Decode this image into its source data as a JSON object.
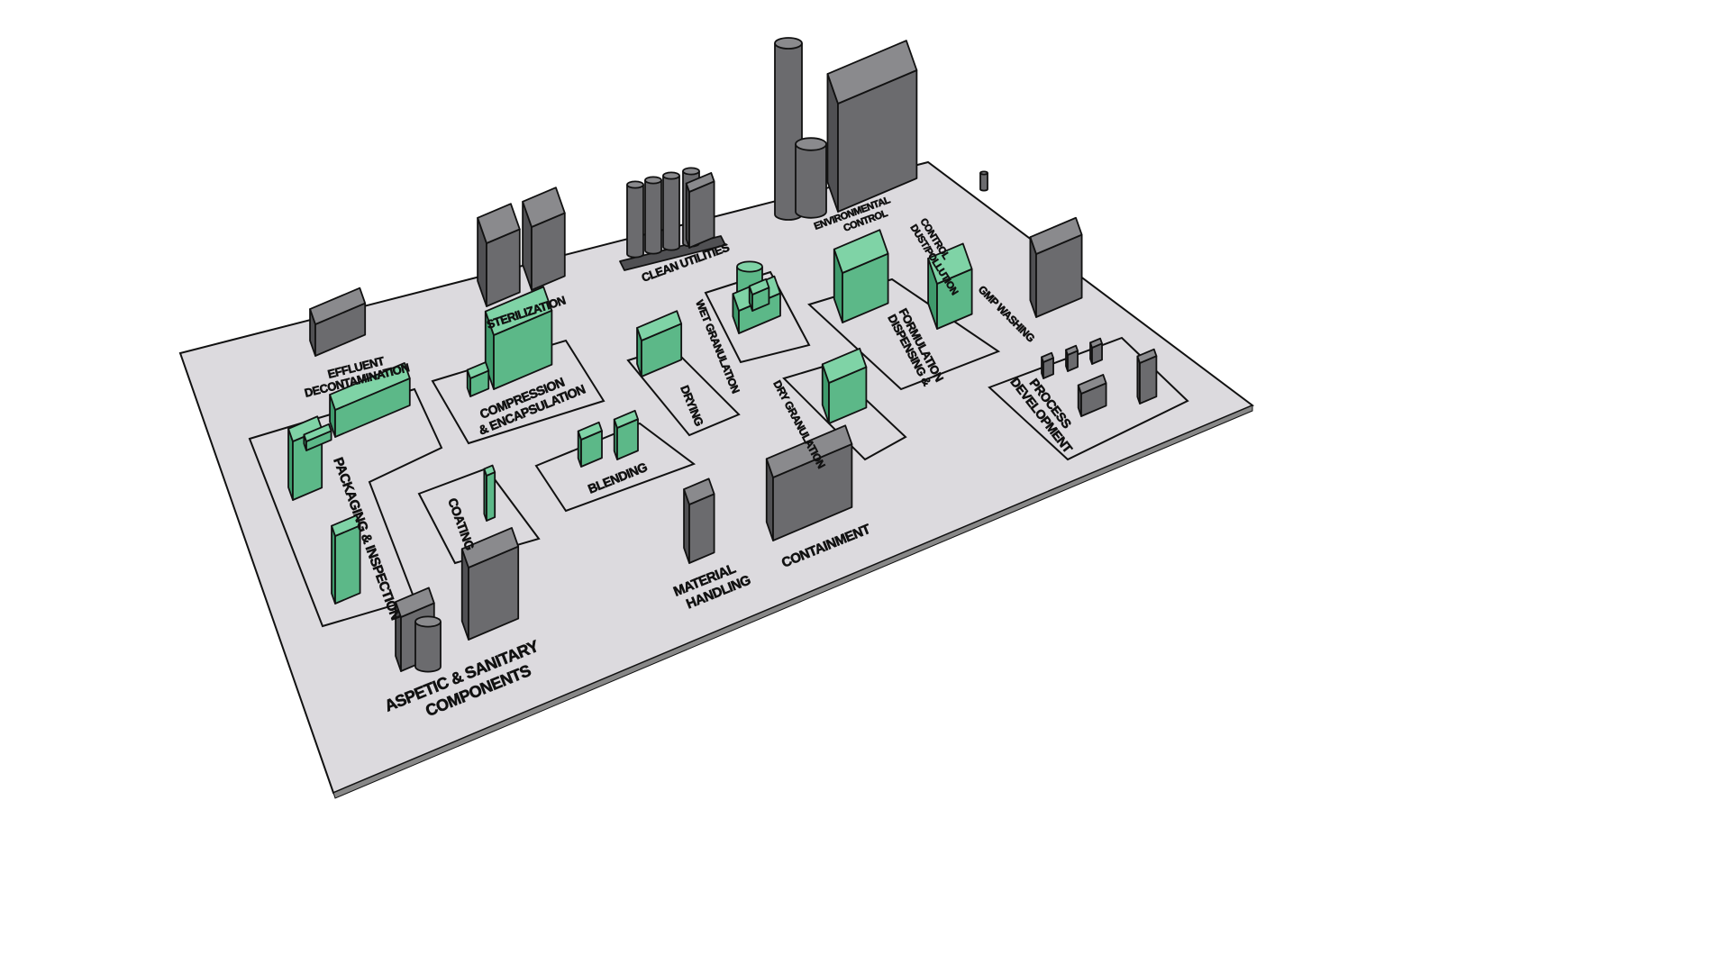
{
  "title": "Pharmaceutical Facility Layout",
  "colors": {
    "floor": "#dcdade",
    "process": "#5cb888",
    "utility": "#6b6b6e",
    "outline": "#111111"
  },
  "zones": {
    "effluent": [
      "EFFLUENT",
      "DECONTAMINATION"
    ],
    "sterilization": "STERILIZATION",
    "clean_utilities": "CLEAN UTILITIES",
    "environmental": [
      "ENVIRONMENTAL",
      "CONTROL"
    ],
    "dust": [
      "DUST/POLLUTION",
      "CONTROL"
    ],
    "gmp": "GMP WASHING",
    "wet_granulation": "WET GRANULATION",
    "dispensing": [
      "DISPENSING &",
      "FORMULATION"
    ],
    "compression": [
      "COMPRESSION",
      "& ENCAPSULATION"
    ],
    "drying": "DRYING",
    "dry_granulation": "DRY GRANULATION",
    "process_dev": [
      "PROCESS",
      "DEVELOPMENT"
    ],
    "packaging": "PACKAGING & INSPECTION",
    "blending": "BLENDING",
    "coating": "COATING",
    "containment": "CONTAINMENT",
    "material": [
      "MATERIAL",
      "HANDLING"
    ],
    "aseptic": [
      "ASPETIC & SANITARY",
      "COMPONENTS"
    ]
  }
}
